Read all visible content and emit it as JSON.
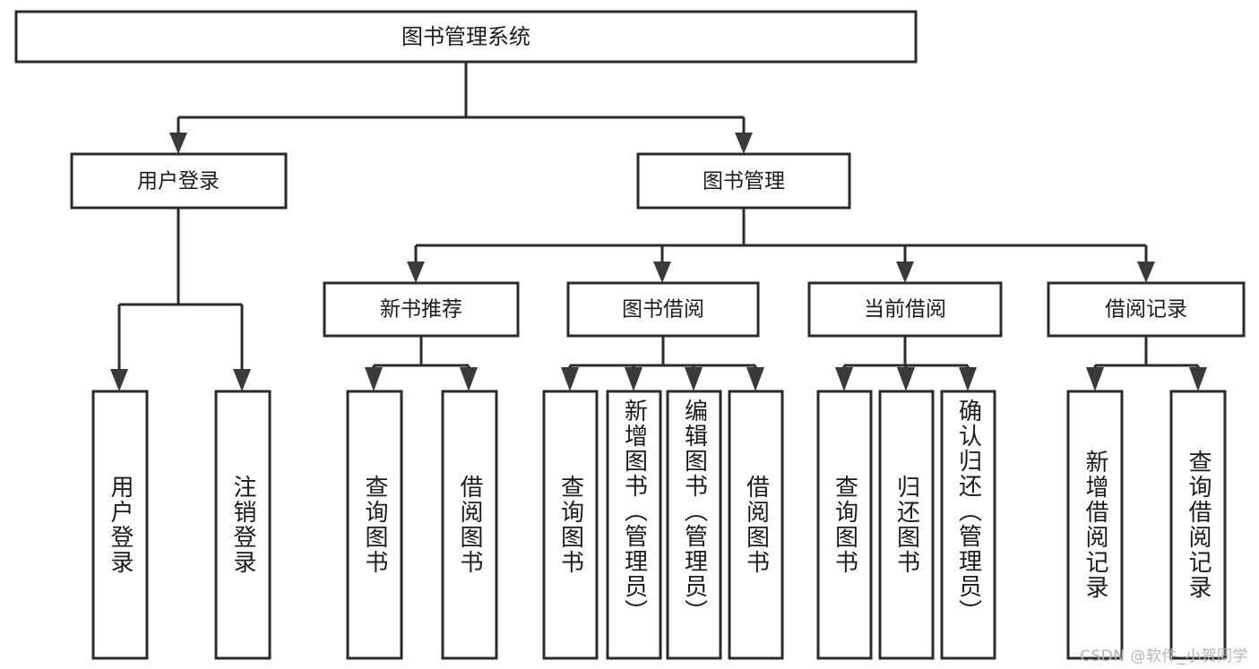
{
  "diagram": {
    "type": "hierarchy-tree",
    "title": "图书管理系统",
    "levels": 4,
    "root": {
      "id": "root",
      "label": "图书管理系统"
    },
    "level2": [
      {
        "id": "user-login",
        "label": "用户登录"
      },
      {
        "id": "book-manage",
        "label": "图书管理"
      }
    ],
    "level3": [
      {
        "id": "new-book-recommend",
        "label": "新书推荐",
        "parent": "book-manage"
      },
      {
        "id": "book-borrow",
        "label": "图书借阅",
        "parent": "book-manage"
      },
      {
        "id": "current-borrow",
        "label": "当前借阅",
        "parent": "book-manage"
      },
      {
        "id": "borrow-record",
        "label": "借阅记录",
        "parent": "book-manage"
      }
    ],
    "leaves": [
      {
        "id": "leaf-user-login",
        "label": "用户登录",
        "parent": "user-login"
      },
      {
        "id": "leaf-logout-login",
        "label": "注销登录",
        "parent": "user-login"
      },
      {
        "id": "leaf-query-book-1",
        "label": "查询图书",
        "parent": "new-book-recommend"
      },
      {
        "id": "leaf-borrow-book-1",
        "label": "借阅图书",
        "parent": "new-book-recommend"
      },
      {
        "id": "leaf-query-book-2",
        "label": "查询图书",
        "parent": "book-borrow"
      },
      {
        "id": "leaf-add-book",
        "label": "新增图书（管理员）",
        "parent": "book-borrow"
      },
      {
        "id": "leaf-edit-book",
        "label": "编辑图书（管理员）",
        "parent": "book-borrow"
      },
      {
        "id": "leaf-borrow-book-2",
        "label": "借阅图书",
        "parent": "book-borrow"
      },
      {
        "id": "leaf-query-book-3",
        "label": "查询图书",
        "parent": "current-borrow"
      },
      {
        "id": "leaf-return-book",
        "label": "归还图书",
        "parent": "current-borrow"
      },
      {
        "id": "leaf-confirm-return",
        "label": "确认归还（管理员）",
        "parent": "current-borrow"
      },
      {
        "id": "leaf-add-record",
        "label": "新增借阅记录",
        "parent": "borrow-record"
      },
      {
        "id": "leaf-query-record",
        "label": "查询借阅记录",
        "parent": "borrow-record"
      }
    ]
  },
  "watermark": {
    "text": "CSDN @软件_小贺同学"
  },
  "colors": {
    "box_stroke": "#2b2b2b",
    "box_fill": "#ffffff",
    "text": "#1b1b1b",
    "connector": "#2b2b2b",
    "watermark": "#b4b4b4",
    "background": "#ffffff"
  }
}
